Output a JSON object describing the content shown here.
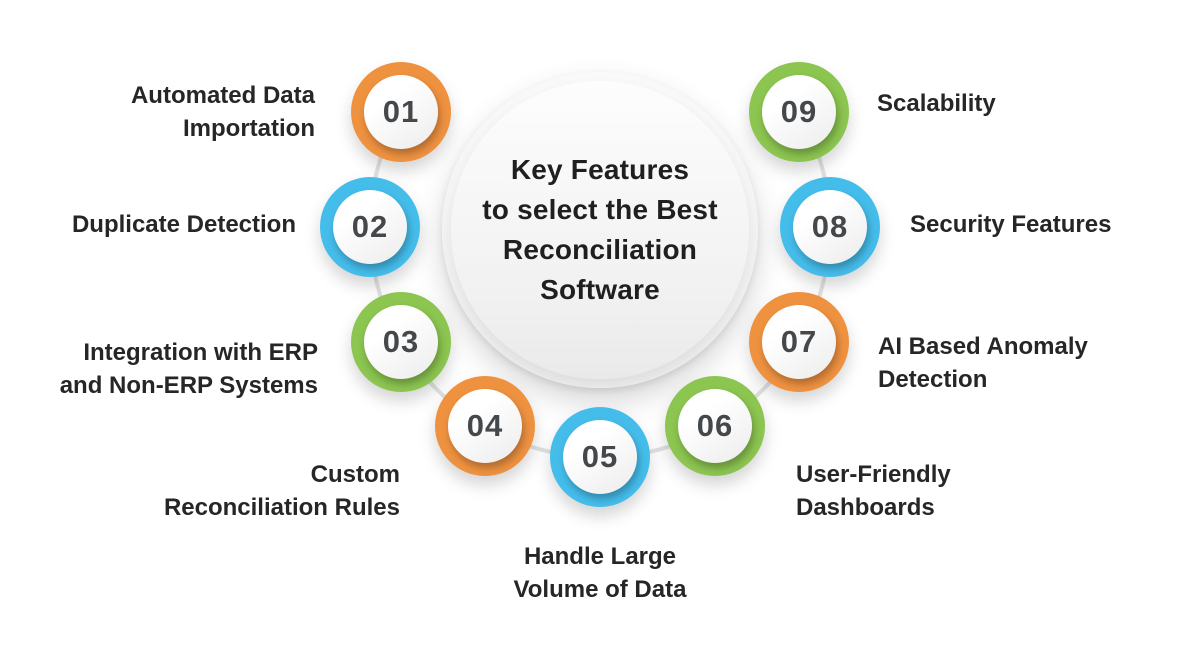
{
  "center": {
    "title": "Key Features\nto select the Best\nReconciliation\nSoftware"
  },
  "items": [
    {
      "number": "01",
      "color": "#ef9240",
      "label": "Automated Data\nImportation"
    },
    {
      "number": "02",
      "color": "#45bdeb",
      "label": "Duplicate Detection"
    },
    {
      "number": "03",
      "color": "#8cc550",
      "label": "Integration with ERP\nand Non-ERP Systems"
    },
    {
      "number": "04",
      "color": "#ef9240",
      "label": "Custom\nReconciliation Rules"
    },
    {
      "number": "05",
      "color": "#45bdeb",
      "label": "Handle Large\nVolume of Data"
    },
    {
      "number": "06",
      "color": "#8cc550",
      "label": "User-Friendly\nDashboards"
    },
    {
      "number": "07",
      "color": "#ef9240",
      "label": "AI Based Anomaly\nDetection"
    },
    {
      "number": "08",
      "color": "#45bdeb",
      "label": "Security Features"
    },
    {
      "number": "09",
      "color": "#8cc550",
      "label": "Scalability"
    }
  ],
  "colors": {
    "connector": "#e2e2e2",
    "number_text": "#45484b",
    "label_text": "#262626",
    "background": "#ffffff"
  }
}
